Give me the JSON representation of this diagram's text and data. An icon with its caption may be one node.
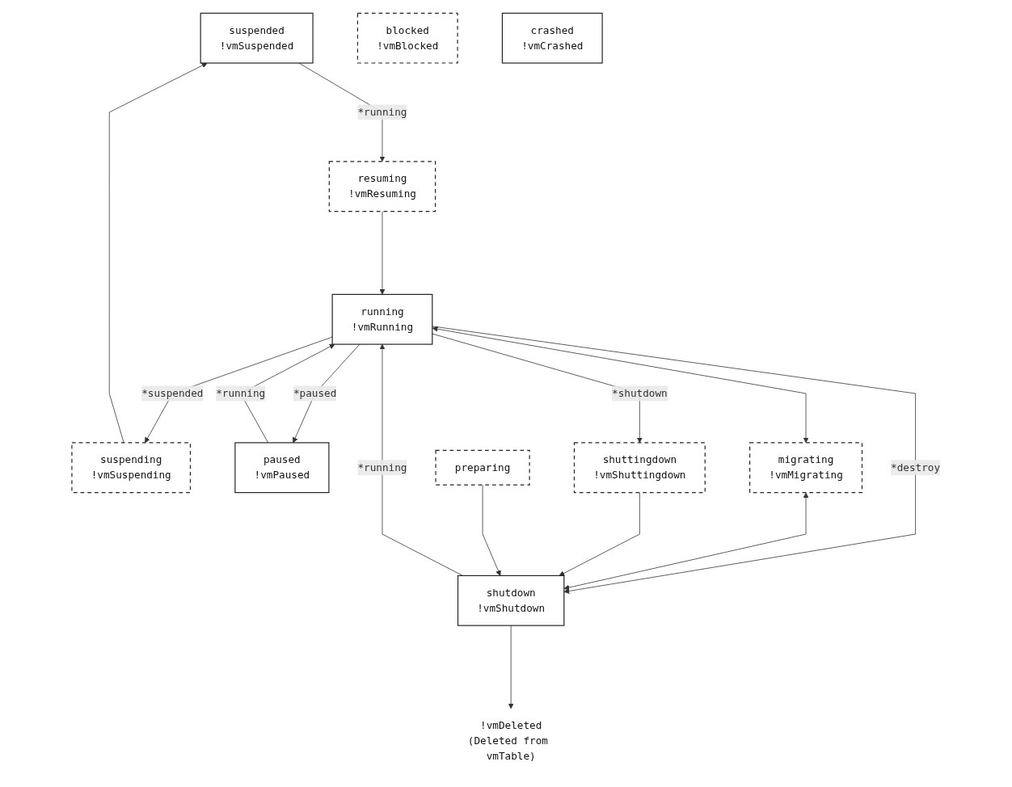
{
  "diagram": {
    "nodes": [
      {
        "text": [
          "suspended",
          "!vmSuspended"
        ]
      },
      {
        "text": [
          "suspending",
          "!vmSuspending"
        ]
      },
      {
        "text": [
          "paused",
          "!vmPaused"
        ]
      },
      {
        "text": [
          "resuming",
          "!vmResuming"
        ]
      },
      {
        "text": [
          "running",
          "!vmRunning"
        ]
      },
      {
        "text": [
          "migrating",
          "!vmMigrating"
        ]
      },
      {
        "text": [
          "shuttingdown",
          "!vmShuttingdown"
        ]
      },
      {
        "text": [
          "shutdown",
          "!vmShutdown"
        ]
      },
      {
        "text": [
          "blocked",
          "!vmBlocked"
        ]
      },
      {
        "text": [
          "crashed",
          "!vmCrashed"
        ]
      },
      {
        "text": [
          "preparing"
        ]
      },
      {
        "text": [
          "!vmDeleted",
          "(Deleted from vmTable)"
        ]
      }
    ],
    "edges": [
      {
        "from": 1,
        "to": 0,
        "arrow": "to"
      },
      {
        "from": 0,
        "to": 3,
        "arrow": "to",
        "label": "*running"
      },
      {
        "from": 4,
        "to": 1,
        "arrow": "to",
        "label": "*suspended"
      },
      {
        "from": 4,
        "to": 2,
        "arrow": "to",
        "label": "*paused"
      },
      {
        "from": 2,
        "to": 4,
        "arrow": "to",
        "label": "*running"
      },
      {
        "from": 3,
        "to": 4,
        "arrow": "to"
      },
      {
        "from": 4,
        "to": 5,
        "arrow": "both"
      },
      {
        "from": 4,
        "to": 6,
        "arrow": "to",
        "label": "*shutdown"
      },
      {
        "from": 7,
        "to": 4,
        "arrow": "to",
        "label": "*running"
      },
      {
        "from": 4,
        "to": 7,
        "arrow": "to",
        "label": "*destroy"
      },
      {
        "from": 5,
        "to": 7,
        "arrow": "both"
      },
      {
        "from": 6,
        "to": 7,
        "arrow": "to"
      },
      {
        "from": 10,
        "to": 7,
        "arrow": "to"
      },
      {
        "from": 7,
        "to": 11,
        "arrow": "to"
      }
    ]
  }
}
